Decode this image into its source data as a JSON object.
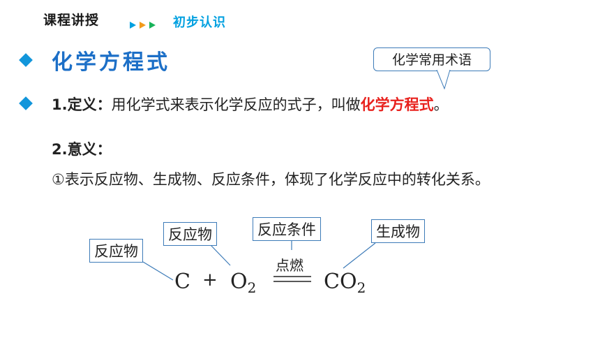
{
  "header": {
    "section": "课程讲授",
    "subsection": "初步认识"
  },
  "title": "化学方程式",
  "callout": "化学常用术语",
  "definition": {
    "label": "1.定义：",
    "text": "用化学式来表示化学反应的式子，叫做",
    "highlight": "化学方程式",
    "end": "。"
  },
  "meaning": {
    "label": "2.意义：",
    "text": "①表示反应物、生成物、反应条件，体现了化学反应中的转化关系。"
  },
  "diagram": {
    "reactant1_label": "反应物",
    "reactant2_label": "反应物",
    "condition_label": "反应条件",
    "product_label": "生成物",
    "condition": "点燃",
    "c": "C",
    "plus": "+",
    "o": "O",
    "o_sub": "2",
    "co": "CO",
    "co_sub": "2"
  }
}
